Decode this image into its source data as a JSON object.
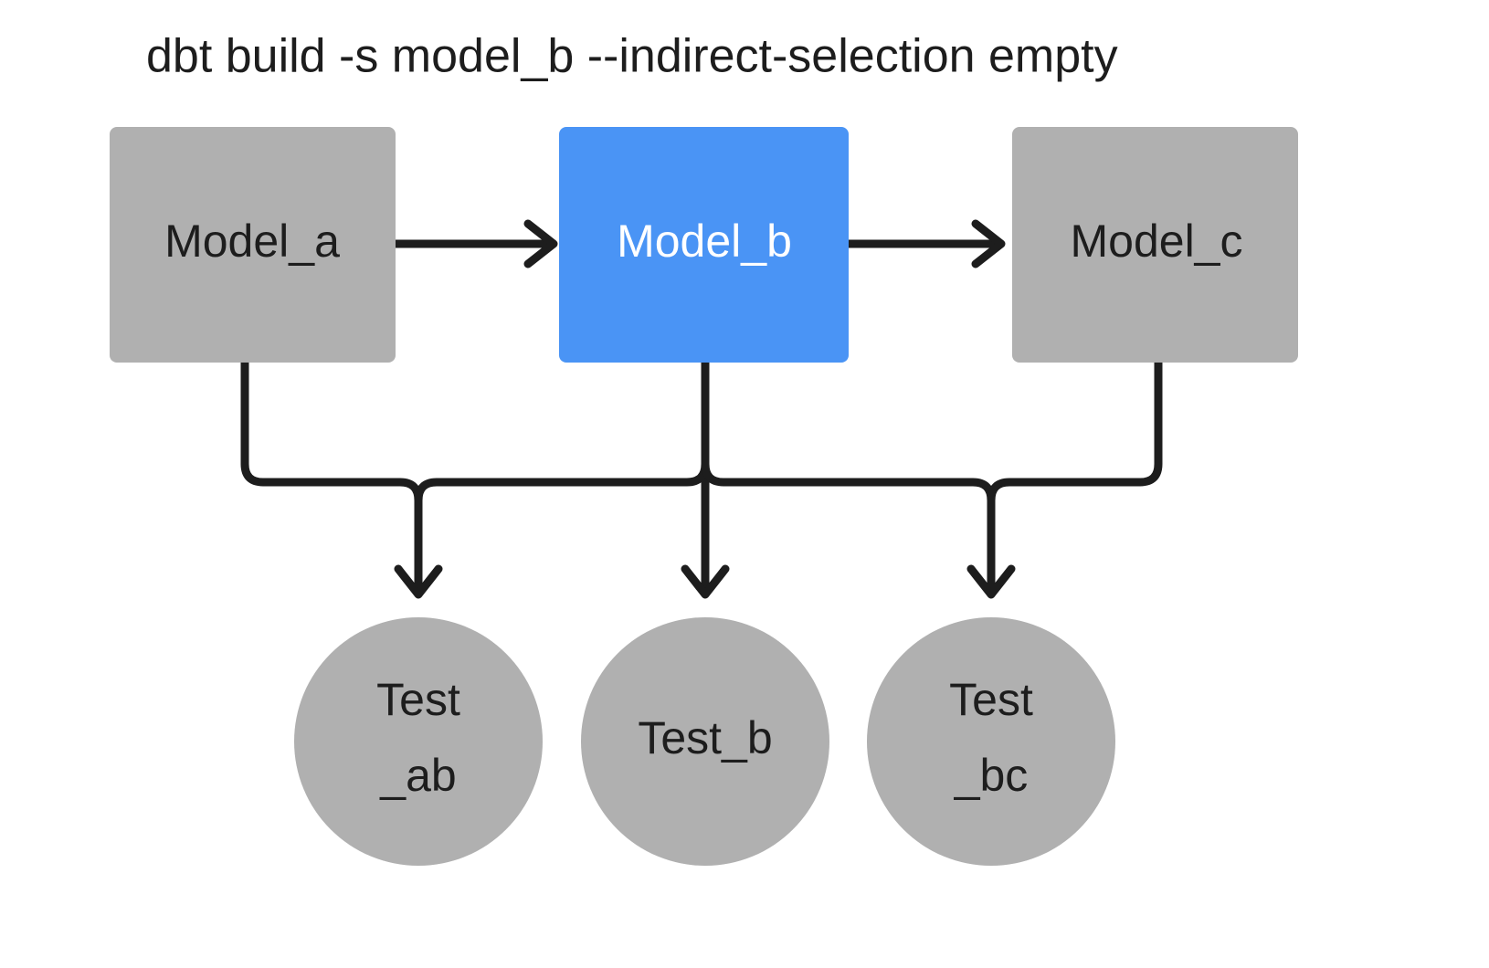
{
  "diagram": {
    "title": "dbt build -s model_b --indirect-selection empty",
    "colors": {
      "background": "#ffffff",
      "node_gray": "#b0b0b0",
      "node_selected_blue": "#4a94f5",
      "edge_black": "#1d1d1d",
      "label_dark": "#1d1d1d",
      "label_light": "#ffffff"
    },
    "models": [
      {
        "id": "model_a",
        "label": "Model_a",
        "shape": "rectangle",
        "state": "unselected",
        "fill": "#b0b0b0",
        "text_color": "#1d1d1d"
      },
      {
        "id": "model_b",
        "label": "Model_b",
        "shape": "rectangle",
        "state": "selected",
        "fill": "#4a94f5",
        "text_color": "#ffffff"
      },
      {
        "id": "model_c",
        "label": "Model_c",
        "shape": "rectangle",
        "state": "unselected",
        "fill": "#b0b0b0",
        "text_color": "#1d1d1d"
      }
    ],
    "tests": [
      {
        "id": "test_ab",
        "label": "Test_ab",
        "line1": "Test",
        "line2": "_ab",
        "shape": "circle",
        "state": "unselected",
        "fill": "#b0b0b0",
        "text_color": "#1d1d1d"
      },
      {
        "id": "test_b",
        "label": "Test_b",
        "line1": "Test_b",
        "line2": "",
        "shape": "circle",
        "state": "unselected",
        "fill": "#b0b0b0",
        "text_color": "#1d1d1d"
      },
      {
        "id": "test_bc",
        "label": "Test_bc",
        "line1": "Test",
        "line2": "_bc",
        "shape": "circle",
        "state": "unselected",
        "fill": "#b0b0b0",
        "text_color": "#1d1d1d"
      }
    ],
    "edges": [
      {
        "id": "edge-a-b",
        "from": "model_a",
        "to": "model_b",
        "kind": "straight-right"
      },
      {
        "id": "edge-b-c",
        "from": "model_b",
        "to": "model_c",
        "kind": "straight-right"
      },
      {
        "id": "edge-a-testab",
        "from": "model_a",
        "to": "test_ab",
        "kind": "elbow-down-right"
      },
      {
        "id": "edge-b-testab",
        "from": "model_b",
        "to": "test_ab",
        "kind": "elbow-down-left"
      },
      {
        "id": "edge-b-testb",
        "from": "model_b",
        "to": "test_b",
        "kind": "straight-down"
      },
      {
        "id": "edge-b-testbc",
        "from": "model_b",
        "to": "test_bc",
        "kind": "elbow-down-right"
      },
      {
        "id": "edge-c-testbc",
        "from": "model_c",
        "to": "test_bc",
        "kind": "elbow-down-left"
      }
    ]
  }
}
